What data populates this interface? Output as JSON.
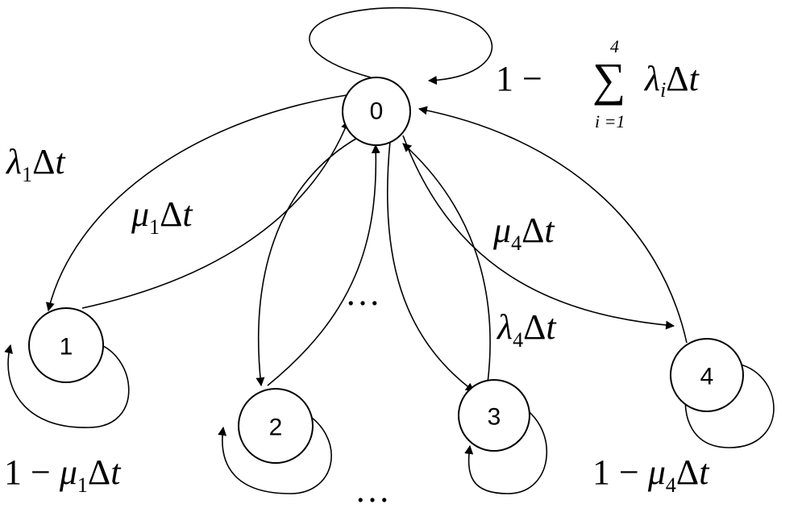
{
  "nodes": [
    {
      "id": "0",
      "label": "0"
    },
    {
      "id": "1",
      "label": "1"
    },
    {
      "id": "2",
      "label": "2"
    },
    {
      "id": "3",
      "label": "3"
    },
    {
      "id": "4",
      "label": "4"
    }
  ],
  "labels": {
    "self0": {
      "one": "1",
      "minus": "−",
      "sigma": "∑",
      "upper": "4",
      "lower": "i =1",
      "lambda": "λ",
      "sub": "i",
      "delta": "Δ",
      "t": "t"
    },
    "lambda1": {
      "sym": "λ",
      "sub": "1",
      "delta": "Δ",
      "t": "t"
    },
    "mu1": {
      "sym": "μ",
      "sub": "1",
      "delta": "Δ",
      "t": "t"
    },
    "mu4": {
      "sym": "μ",
      "sub": "4",
      "delta": "Δ",
      "t": "t"
    },
    "lambda4": {
      "sym": "λ",
      "sub": "4",
      "delta": "Δ",
      "t": "t"
    },
    "self1": {
      "prefix": "1 − ",
      "sym": "μ",
      "sub": "1",
      "delta": "Δ",
      "t": "t"
    },
    "self4": {
      "prefix": "1 − ",
      "sym": "μ",
      "sub": "4",
      "delta": "Δ",
      "t": "t"
    },
    "ellipsis_mid": "…",
    "ellipsis_bottom": "…"
  }
}
